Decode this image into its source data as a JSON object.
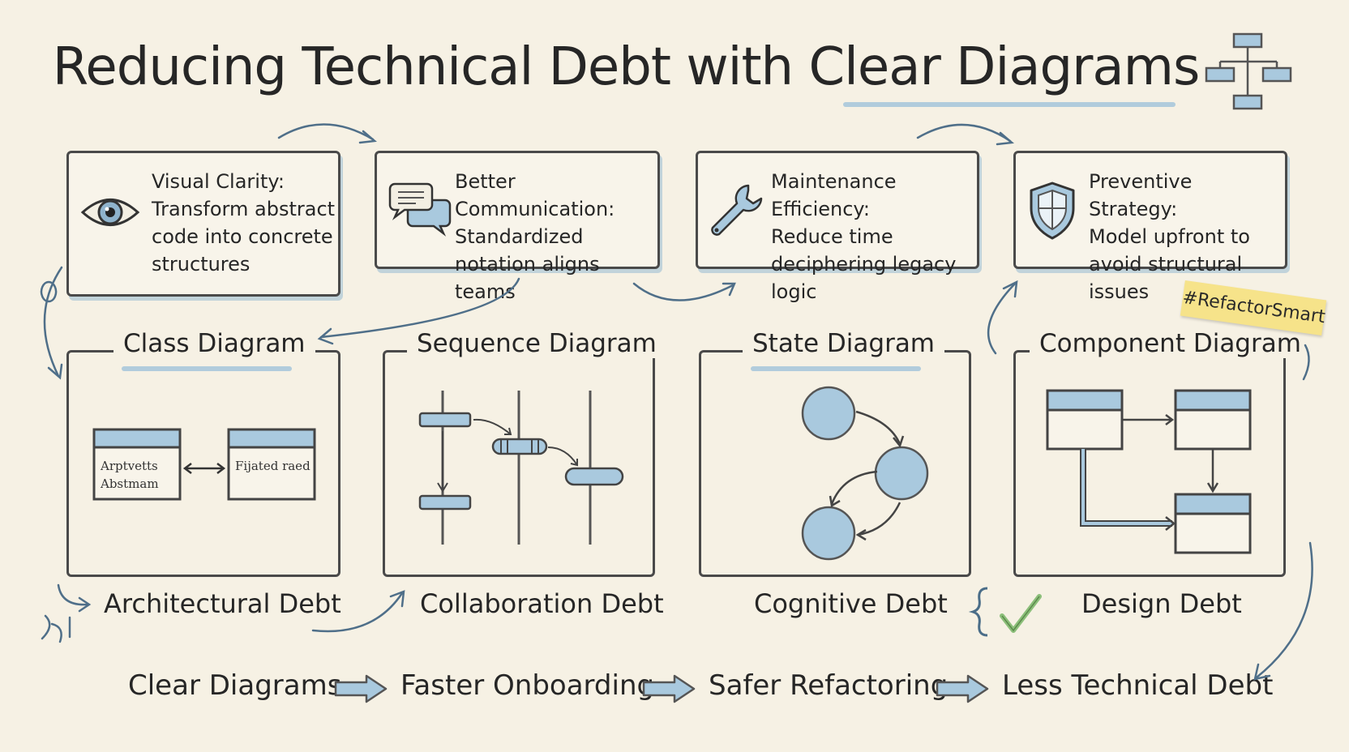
{
  "title": "Reducing Technical Debt with Clear Diagrams",
  "benefits": [
    {
      "icon": "eye-icon",
      "lines": [
        "Visual Clarity:",
        "Transform abstract",
        "code into concrete",
        "structures"
      ]
    },
    {
      "icon": "speech-bubbles-icon",
      "lines": [
        "Better Communication:",
        "Standardized",
        "notation aligns teams"
      ]
    },
    {
      "icon": "wrench-icon",
      "lines": [
        "Maintenance Efficiency:",
        "Reduce time",
        "deciphering legacy logic"
      ]
    },
    {
      "icon": "shield-icon",
      "lines": [
        "Preventive Strategy:",
        "Model upfront to",
        "avoid structural issues"
      ]
    }
  ],
  "diagrams": [
    {
      "title": "Class Diagram",
      "debt": "Architectural Debt"
    },
    {
      "title": "Sequence Diagram",
      "debt": "Collaboration Debt"
    },
    {
      "title": "State Diagram",
      "debt": "Cognitive Debt"
    },
    {
      "title": "Component Diagram",
      "debt": "Design Debt"
    }
  ],
  "class_boxes": [
    "Arptvetts",
    "Abstmam",
    "Fijated raed"
  ],
  "tag": "#RefactorSmart",
  "flow": [
    "Clear Diagrams",
    "Faster Onboarding",
    "Safer Refactoring",
    "Less Technical Debt"
  ],
  "colors": {
    "background": "#f6f1e4",
    "ink": "#4a4a4a",
    "accent_blue": "#a9c9de",
    "tag_yellow": "#f6e38a",
    "check_green": "#8cbf7a"
  }
}
